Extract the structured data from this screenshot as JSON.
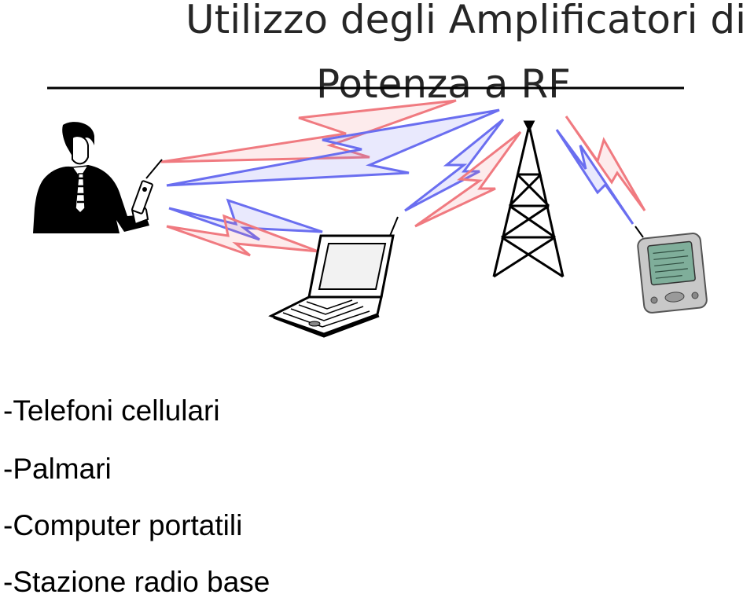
{
  "title": {
    "line1": "Utilizzo degli Amplificatori di",
    "line2": "Potenza a RF"
  },
  "bullets": [
    "-Telefoni cellulari",
    "-Palmari",
    "-Computer portatili",
    "-Stazione radio base"
  ],
  "colors": {
    "signal_red": "#f07a80",
    "signal_blue": "#6a6ef0",
    "ink": "#000000"
  },
  "icons": [
    "businessman-with-phone-icon",
    "laptop-icon",
    "antenna-tower-icon",
    "pda-palmtop-icon"
  ]
}
